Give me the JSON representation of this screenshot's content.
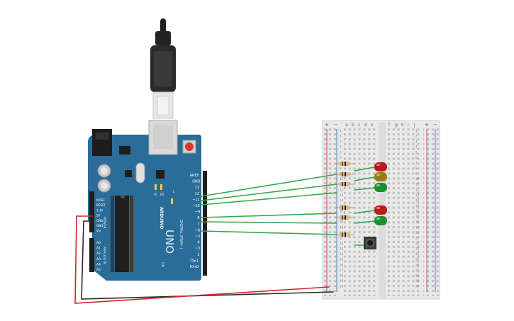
{
  "arduino": {
    "brand": "ARDUINO",
    "model": "UNO",
    "label_digital": "DIGITAL (PWM~)",
    "label_power": "POWER",
    "label_analog": "ANALOG IN",
    "label_on": "ON",
    "label_l": "L",
    "label_tx": "TX",
    "label_rx": "RX",
    "digital_pins": [
      "AREF",
      "GND",
      "13",
      "12",
      "~11",
      "~10",
      "~9",
      "8",
      "7",
      "~6",
      "~5",
      "4",
      "~3",
      "2",
      "TX▸1",
      "RX◂0"
    ],
    "power_pins": [
      "IOREF",
      "RESET",
      "3.3V",
      "5V",
      "GND",
      "GND",
      "Vin"
    ],
    "analog_pins": [
      "A0",
      "A1",
      "A2",
      "A3",
      "A4",
      "A5"
    ]
  },
  "breadboard": {
    "columns_left": [
      "a",
      "b",
      "c",
      "d",
      "e"
    ],
    "columns_right": [
      "f",
      "g",
      "h",
      "i",
      "j"
    ],
    "rows": [
      "1",
      "2",
      "3",
      "4",
      "5",
      "6",
      "7",
      "8",
      "9",
      "10",
      "11",
      "12",
      "13",
      "14",
      "15",
      "16",
      "17",
      "18",
      "19",
      "20",
      "21",
      "22",
      "23",
      "24",
      "25",
      "26",
      "27",
      "28",
      "29",
      "30"
    ],
    "rail_plus": "+",
    "rail_minus": "−"
  },
  "colors": {
    "board": "#2a6d99",
    "wire_green": "#3aa64a",
    "wire_red": "#d6232a",
    "wire_black": "#2b2b2b",
    "led_red": "#b71c1c",
    "led_yellow": "#b38b16",
    "led_green": "#1e8e2e"
  },
  "leds": [
    {
      "color": "red"
    },
    {
      "color": "yellow"
    },
    {
      "color": "green"
    },
    {
      "color": "red"
    },
    {
      "color": "green"
    }
  ]
}
